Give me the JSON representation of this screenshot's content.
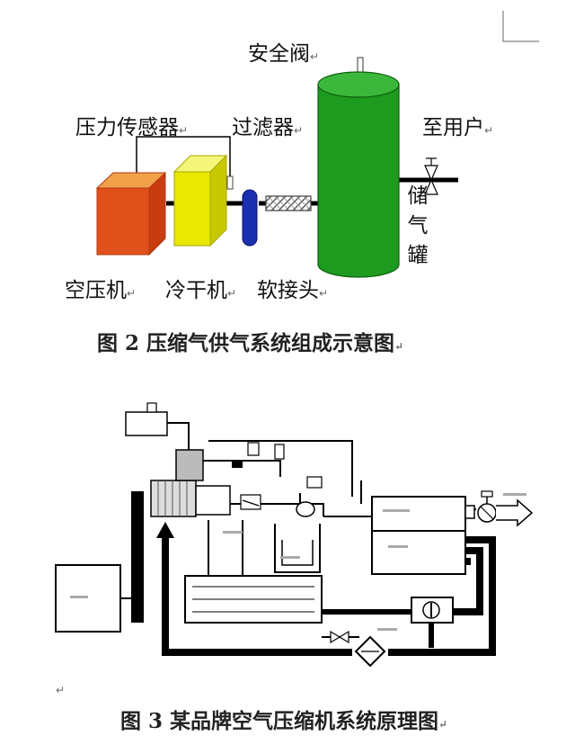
{
  "diagram1": {
    "labels": {
      "safety_valve": "安全阀",
      "pressure_sensor": "压力传感器",
      "filter": "过滤器",
      "to_user": "至用户",
      "tank_chars": [
        "储",
        "气",
        "罐"
      ],
      "air_compressor": "空压机",
      "dryer": "冷干机",
      "flex_joint": "软接头"
    },
    "caption": "图 2  压缩气供气系统组成示意图",
    "colors": {
      "compressor": "#e0501a",
      "dryer": "#e8e800",
      "filter": "#1a2fb0",
      "tank": "#1e9a1e"
    }
  },
  "diagram2": {
    "caption": "图 3  某品牌空气压缩机系统原理图"
  },
  "marks": {
    "return": "↵"
  }
}
